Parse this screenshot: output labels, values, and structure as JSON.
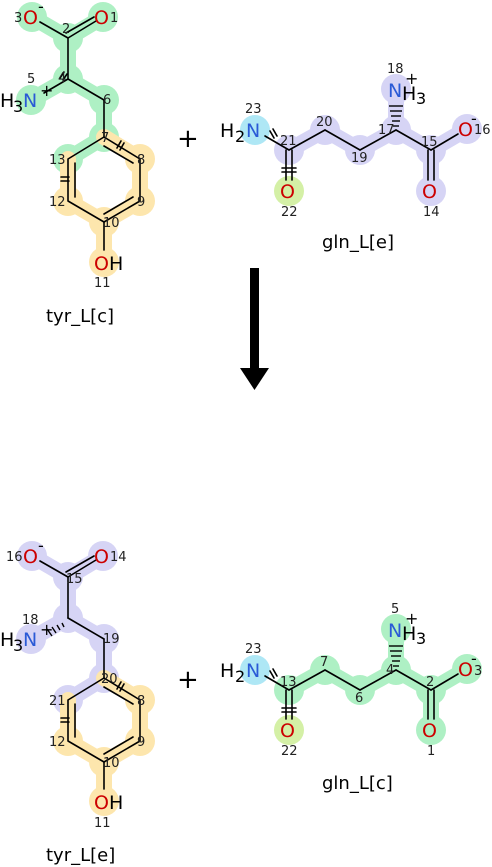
{
  "reactants": [
    {
      "name": "tyr_L[c]"
    },
    {
      "name": "gln_L[e]"
    }
  ],
  "products": [
    {
      "name": "tyr_L[e]"
    },
    {
      "name": "gln_L[c]"
    }
  ],
  "operators": {
    "plus": "+"
  },
  "atom_colors": {
    "green": "#aef0c4",
    "yellow": "#fde6ad",
    "lavender": "#d6d4f5",
    "cyan": "#aee7f5",
    "lime": "#d4f0a6"
  },
  "elements": {
    "O": "O",
    "OH": "OH",
    "H2N_H": "H",
    "H2N_N": "N",
    "N": "N",
    "H": "H",
    "sub2": "2",
    "sub3": "3",
    "plus_charge": "+",
    "minus_charge": "-"
  },
  "tyr_top": {
    "n1": "1",
    "n2": "2",
    "n3": "3",
    "n4": "4",
    "n5": "5",
    "n6": "6",
    "n7": "7",
    "n8": "8",
    "n9": "9",
    "n10": "10",
    "n11": "11",
    "n12": "12",
    "n13": "13"
  },
  "gln_top": {
    "n14": "14",
    "n15": "15",
    "n16": "16",
    "n17": "17",
    "n18": "18",
    "n19": "19",
    "n20": "20",
    "n21": "21",
    "n22": "22",
    "n23": "23"
  },
  "tyr_bot": {
    "n8": "8",
    "n9": "9",
    "n10": "10",
    "n11": "11",
    "n12": "12",
    "n14": "14",
    "n15": "15",
    "n16": "16",
    "n18": "18",
    "n19": "19",
    "n20": "20",
    "n21": "21"
  },
  "gln_bot": {
    "n1": "1",
    "n2": "2",
    "n3": "3",
    "n4": "4",
    "n5": "5",
    "n6": "6",
    "n7": "7",
    "n13": "13",
    "n22": "22",
    "n23": "23"
  }
}
